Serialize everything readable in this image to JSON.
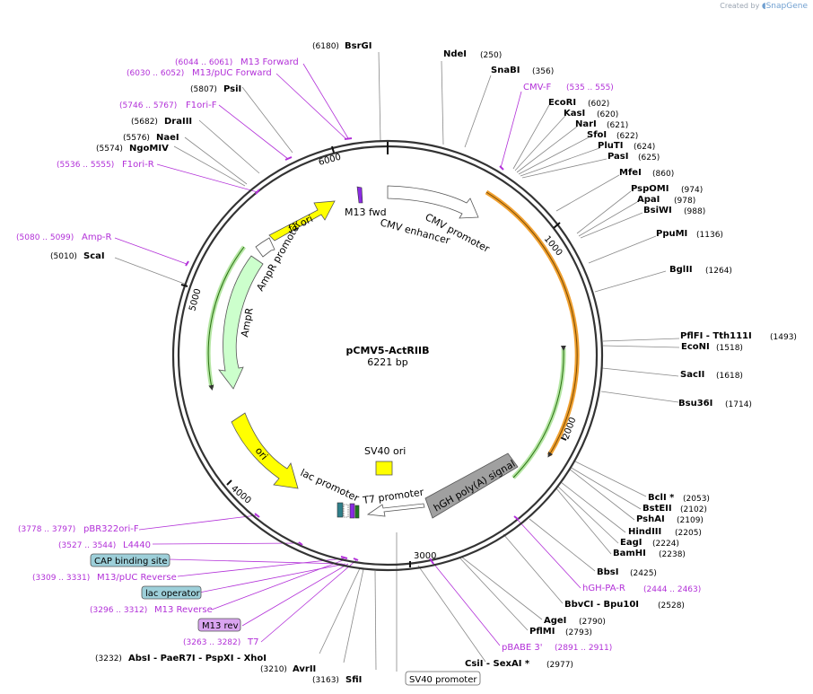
{
  "brand": {
    "prefix": "Created by",
    "name": "SnapGene"
  },
  "plasmid": {
    "name": "pCMV5-ActRIIB",
    "size": "6221 bp"
  },
  "ticks": [
    "1000",
    "2000",
    "3000",
    "4000",
    "5000",
    "6000"
  ],
  "sites": {
    "bsrgi": {
      "pos": "(6180)",
      "name": "BsrGI"
    },
    "ndei": {
      "name": "NdeI",
      "pos": "(250)"
    },
    "snabi": {
      "name": "SnaBI",
      "pos": "(356)"
    },
    "ecori": {
      "name": "EcoRI",
      "pos": "(602)"
    },
    "kasi": {
      "name": "KasI",
      "pos": "(620)"
    },
    "nari": {
      "name": "NarI",
      "pos": "(621)"
    },
    "sfoi": {
      "name": "SfoI",
      "pos": "(622)"
    },
    "pluti": {
      "name": "PluTI",
      "pos": "(624)"
    },
    "pasi": {
      "name": "PasI",
      "pos": "(625)"
    },
    "mfei": {
      "name": "MfeI",
      "pos": "(860)"
    },
    "psp": {
      "name": "PspOMI",
      "pos": "(974)"
    },
    "apai": {
      "name": "ApaI",
      "pos": "(978)"
    },
    "bsiwi": {
      "name": "BsiWI",
      "pos": "(988)"
    },
    "ppumi": {
      "name": "PpuMI",
      "pos": "(1136)"
    },
    "bglii": {
      "name": "BglII",
      "pos": "(1264)"
    },
    "pflfi": {
      "name": "PflFI  -  Tth111I",
      "pos": "(1493)"
    },
    "econi": {
      "name": "EcoNI",
      "pos": "(1518)"
    },
    "sacii": {
      "name": "SacII",
      "pos": "(1618)"
    },
    "bsu36i": {
      "name": "Bsu36I",
      "pos": "(1714)"
    },
    "bcli": {
      "name": "BclI *",
      "pos": "(2053)"
    },
    "bsteii": {
      "name": "BstEII",
      "pos": "(2102)"
    },
    "pshai": {
      "name": "PshAI",
      "pos": "(2109)"
    },
    "hindiii": {
      "name": "HindIII",
      "pos": "(2205)"
    },
    "eagi": {
      "name": "EagI",
      "pos": "(2224)"
    },
    "bamhi": {
      "name": "BamHI",
      "pos": "(2238)"
    },
    "bbsi": {
      "name": "BbsI",
      "pos": "(2425)"
    },
    "bbvci": {
      "name": "BbvCI  -  Bpu10I",
      "pos": "(2528)"
    },
    "agei": {
      "name": "AgeI",
      "pos": "(2790)"
    },
    "pflmi": {
      "name": "PflMI",
      "pos": "(2793)"
    },
    "csii": {
      "name": "CsiI  -  SexAI *",
      "pos": "(2977)"
    },
    "sfii": {
      "pos": "(3163)",
      "name": "SfiI"
    },
    "avrii": {
      "pos": "(3210)",
      "name": "AvrII"
    },
    "absi": {
      "pos": "(3232)",
      "name": "AbsI  -  PaeR7I  -  PspXI  -  XhoI"
    },
    "scai": {
      "pos": "(5010)",
      "name": "ScaI"
    },
    "ngomiv": {
      "pos": "(5574)",
      "name": "NgoMIV"
    },
    "naei": {
      "pos": "(5576)",
      "name": "NaeI"
    },
    "draiii": {
      "pos": "(5682)",
      "name": "DraIII"
    },
    "psii": {
      "pos": "(5807)",
      "name": "PsiI"
    }
  },
  "primers": {
    "m13fwd": {
      "range": "(6044 .. 6061)",
      "name": "M13 Forward"
    },
    "m13puc": {
      "range": "(6030 .. 6052)",
      "name": "M13/pUC Forward"
    },
    "f1orif": {
      "range": "(5746 .. 5767)",
      "name": "F1ori-F"
    },
    "f1orir": {
      "range": "(5536 .. 5555)",
      "name": "F1ori-R"
    },
    "ampr": {
      "range": "(5080 .. 5099)",
      "name": "Amp-R"
    },
    "cmvf": {
      "name": "CMV-F",
      "range": "(535 .. 555)"
    },
    "hghpa": {
      "name": "hGH-PA-R",
      "range": "(2444 .. 2463)"
    },
    "pbabe": {
      "name": "pBABE 3'",
      "range": "(2891 .. 2911)"
    },
    "pbr322": {
      "range": "(3778 .. 3797)",
      "name": "pBR322ori-F"
    },
    "l4440": {
      "range": "(3527 .. 3544)",
      "name": "L4440"
    },
    "m13pucrev": {
      "range": "(3309 .. 3331)",
      "name": "M13/pUC Reverse"
    },
    "m13rev": {
      "range": "(3296 .. 3312)",
      "name": "M13 Reverse"
    },
    "t7": {
      "range": "(3263 .. 3282)",
      "name": "T7"
    }
  },
  "boxes": {
    "cap": "CAP binding site",
    "lacop": "lac operator",
    "m13rev": "M13 rev",
    "sv40": "SV40 promoter"
  },
  "features": {
    "f1ori": "f1 ori",
    "m13fwd": "M13 fwd",
    "cmvenh": "CMV enhancer",
    "cmvprom": "CMV promoter",
    "ampprom": "AmpR promoter",
    "ampr": "AmpR",
    "ori": "ori",
    "lacprom": "lac promoter",
    "sv40ori": "SV40 ori",
    "t7prom": "T7 promoter",
    "hgh": "hGH poly(A) signal"
  },
  "colors": {
    "backbone": "#333333",
    "primer": "#b230d8",
    "yellow": "#ffff00",
    "ampr": "#ccffcc",
    "hgh": "#a0a0a0",
    "orange": "#f0a030",
    "green": "#3a8a20"
  }
}
